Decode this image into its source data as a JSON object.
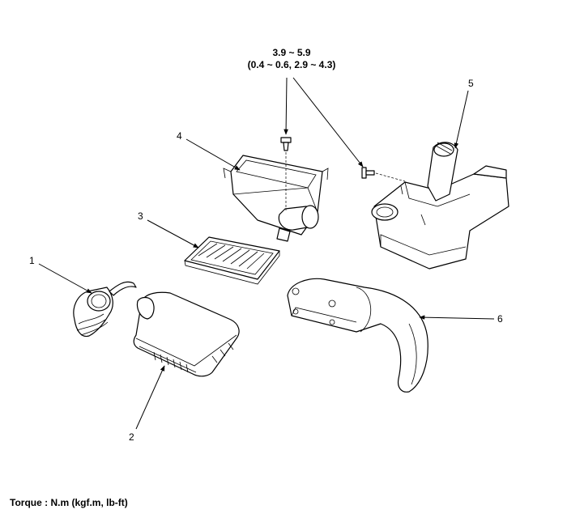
{
  "torque_spec": {
    "line1": "3.9 ~ 5.9",
    "line2": "(0.4 ~ 0.6, 2.9 ~ 4.3)"
  },
  "callouts": [
    "1",
    "2",
    "3",
    "4",
    "5",
    "6"
  ],
  "footer": {
    "torque_units": "Torque : N.m (kgf.m, lb-ft)"
  }
}
